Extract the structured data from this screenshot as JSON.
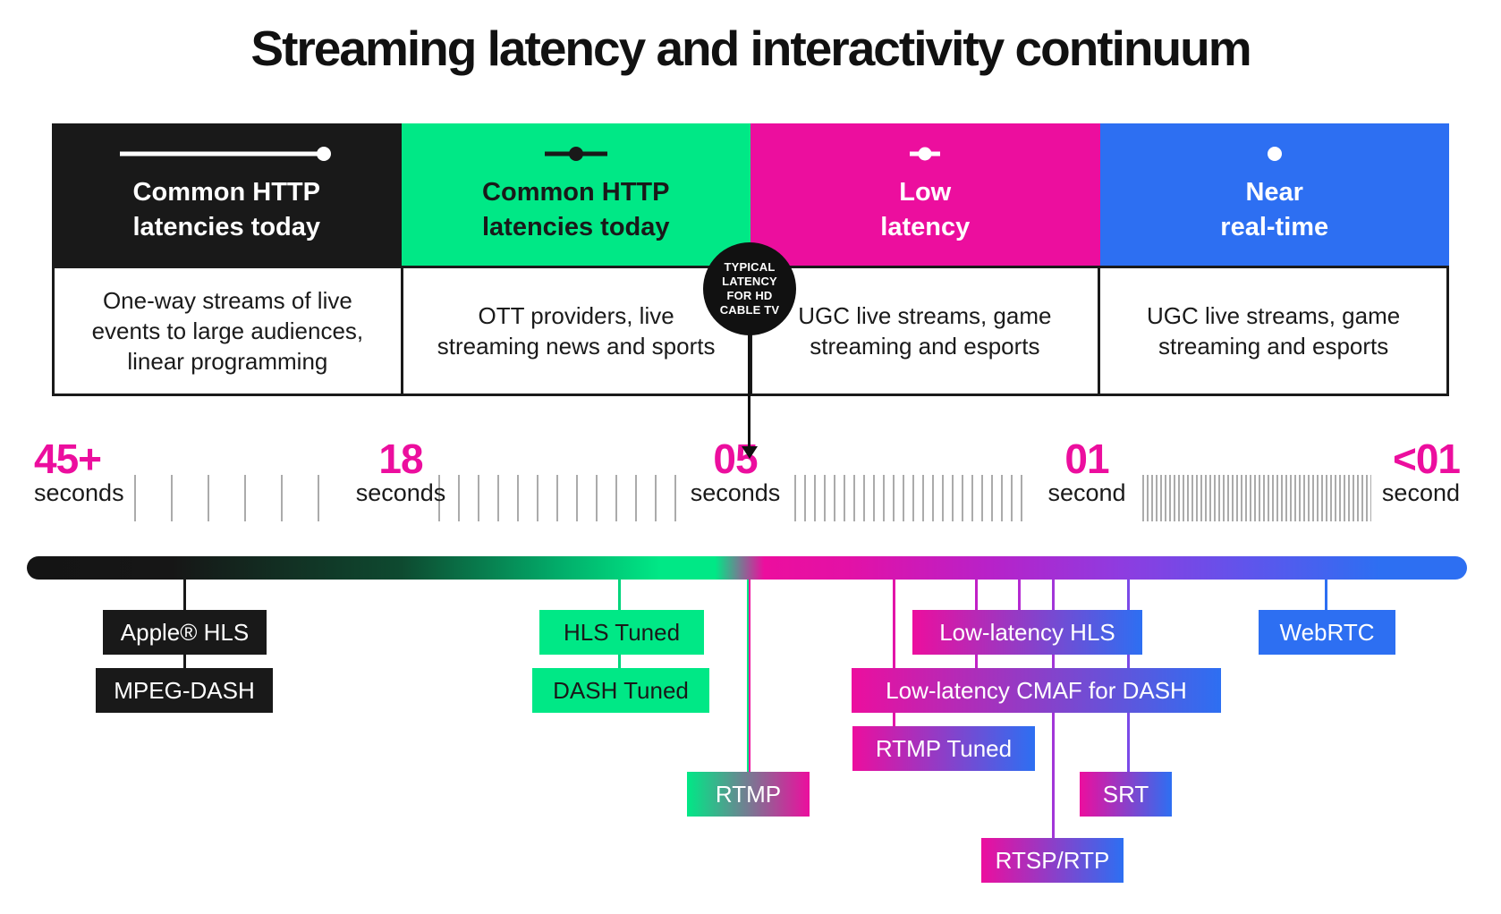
{
  "title": "Streaming latency and interactivity continuum",
  "table": {
    "columns": [
      {
        "header": "Common HTTP latencies today",
        "header_lines": [
          "Common HTTP",
          "latencies today"
        ],
        "description": "One-way streams of live events to large audiences, linear programming",
        "color": "#191919",
        "icon": "slider-full-range-icon"
      },
      {
        "header": "Common HTTP latencies today",
        "header_lines": [
          "Common HTTP",
          "latencies today"
        ],
        "description": "OTT providers, live streaming news and sports",
        "color": "#00E886",
        "icon": "slider-medium-range-icon"
      },
      {
        "header": "Low latency",
        "header_lines": [
          "Low",
          "latency"
        ],
        "description": "UGC live streams, game streaming and esports",
        "color": "#EC0E9E",
        "icon": "slider-short-range-icon"
      },
      {
        "header": "Near real-time",
        "header_lines": [
          "Near",
          "real-time"
        ],
        "description": "UGC live streams, game streaming and esports",
        "color": "#2D6FF2",
        "icon": "dot-icon"
      }
    ]
  },
  "badge": {
    "text": "TYPICAL LATENCY FOR HD CABLE TV",
    "lines": [
      "TYPICAL",
      "LATENCY",
      "FOR HD",
      "CABLE TV"
    ]
  },
  "timeline": {
    "labels": [
      {
        "value": "45+",
        "unit": "seconds"
      },
      {
        "value": "18",
        "unit": "seconds"
      },
      {
        "value": "05",
        "unit": "seconds"
      },
      {
        "value": "01",
        "unit": "second"
      },
      {
        "value": "<01",
        "unit": "second"
      }
    ]
  },
  "protocols": [
    {
      "label": "Apple® HLS"
    },
    {
      "label": "MPEG-DASH"
    },
    {
      "label": "HLS Tuned"
    },
    {
      "label": "DASH Tuned"
    },
    {
      "label": "RTMP"
    },
    {
      "label": "Low-latency HLS"
    },
    {
      "label": "Low-latency CMAF for DASH"
    },
    {
      "label": "RTMP Tuned"
    },
    {
      "label": "SRT"
    },
    {
      "label": "RTSP/RTP"
    },
    {
      "label": "WebRTC"
    }
  ],
  "colors": {
    "green": "#00E886",
    "magenta": "#EC0E9E",
    "blue": "#2D6FF2",
    "black": "#191919",
    "tick_gray": "#ABABAB"
  }
}
